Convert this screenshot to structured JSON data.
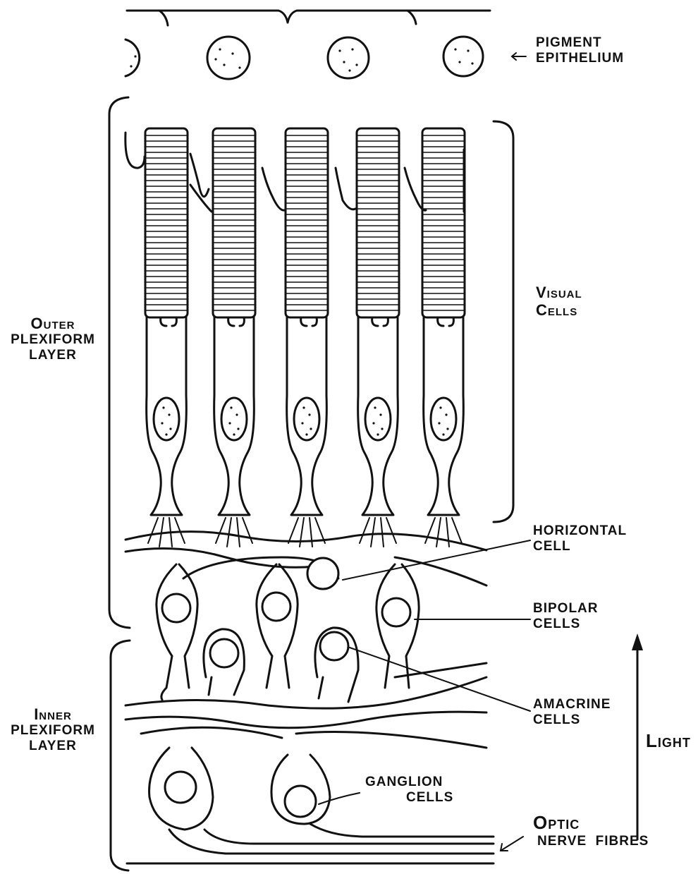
{
  "labels": {
    "pigment_epithelium": [
      "PIGMENT",
      "EPITHELIUM"
    ],
    "visual_cells": [
      "Visual",
      "Cells"
    ],
    "outer_plexiform_layer": [
      "Outer",
      "PLEXIFORM",
      "LAYER"
    ],
    "inner_plexiform_layer": [
      "Inner",
      "PLEXIFORM",
      "LAYER"
    ],
    "horizontal_cell": [
      "HORIZONTAL",
      "CELL"
    ],
    "bipolar_cells": [
      "BIPOLAR",
      "CELLS"
    ],
    "amacrine_cells": [
      "AMACRINE",
      "CELLS"
    ],
    "ganglion_cells": [
      "GANGLION",
      "CELLS"
    ],
    "light": "Light",
    "optic_nerve_fibres": [
      "Optic",
      "NERVE  FIBRES"
    ]
  }
}
